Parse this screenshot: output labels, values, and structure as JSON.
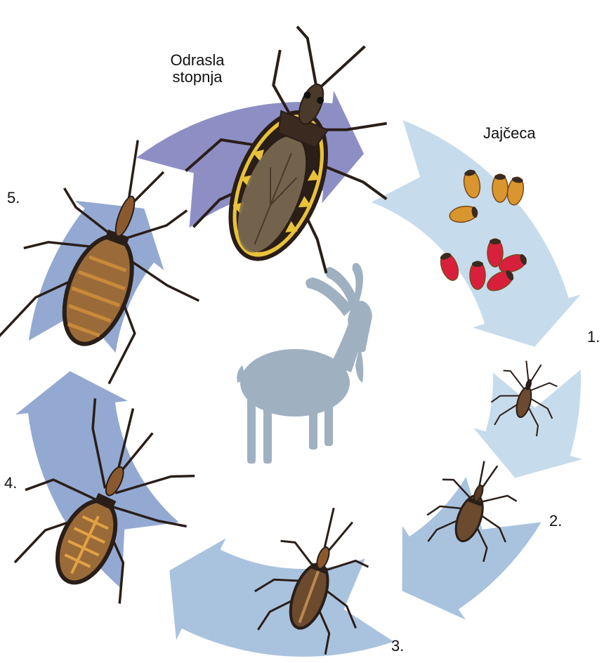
{
  "labels": {
    "adult": "Odrasla\nstopnja",
    "eggs": "Jajčeca",
    "stage1": "1.",
    "stage2": "2.",
    "stage3": "3.",
    "stage4": "4.",
    "stage5": "5."
  },
  "colors": {
    "arrow_light": "#c6dbeb",
    "arrow_mid": "#a9c3de",
    "arrow_blue": "#93a9d2",
    "arrow_purple": "#8d8fc4",
    "host_silhouette": "#9fb0c1",
    "bug_dark": "#2a1e18",
    "bug_brown": "#8a5a2e",
    "bug_orange": "#c88a3a",
    "adult_wing": "#7c6a52",
    "adult_stripe": "#e8c23a",
    "egg_orange": "#d9962e",
    "egg_red": "#d8203c"
  },
  "icons": {
    "host": "ibex-silhouette",
    "eggs": "egg-cluster",
    "cycle": "circular-arrows"
  }
}
